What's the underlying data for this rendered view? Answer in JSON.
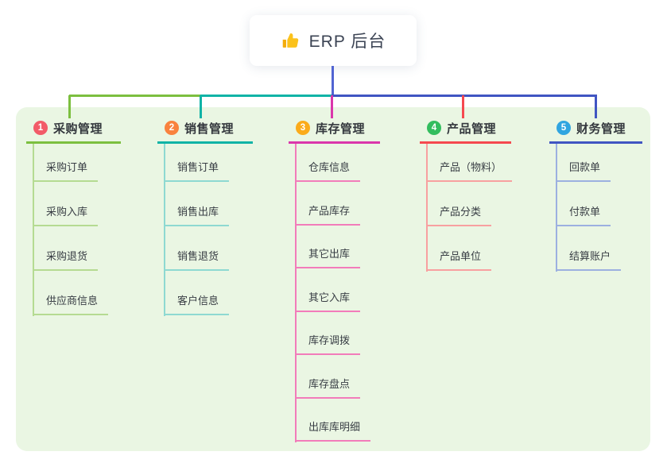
{
  "root": {
    "label": "ERP 后台",
    "icon": "thumbs-up-icon",
    "icon_color": "#fbc21c"
  },
  "theme": {
    "page_bg": "#ffffff",
    "canvas_bg": "#eaf6e3",
    "stem_color": "#5164d2",
    "root_text_color": "#3c4454"
  },
  "branches": [
    {
      "badge": "1",
      "badge_color": "#f25b68",
      "label": "采购管理",
      "line_color": "#7cbf3f",
      "sub_line_color": "#b5db92",
      "items": [
        "采购订单",
        "采购入库",
        "采购退货",
        "供应商信息"
      ]
    },
    {
      "badge": "2",
      "badge_color": "#f9823e",
      "label": "销售管理",
      "line_color": "#10b3a6",
      "sub_line_color": "#8ed9d2",
      "items": [
        "销售订单",
        "销售出库",
        "销售退货",
        "客户信息"
      ]
    },
    {
      "badge": "3",
      "badge_color": "#fbab1b",
      "label": "库存管理",
      "line_color": "#da37ab",
      "sub_line_color": "#f27cba",
      "items": [
        "仓库信息",
        "产品库存",
        "其它出库",
        "其它入库",
        "库存调拨",
        "库存盘点",
        "出库库明细"
      ]
    },
    {
      "badge": "4",
      "badge_color": "#33bd5e",
      "label": "产品管理",
      "line_color": "#f5494f",
      "sub_line_color": "#f8a0a0",
      "items": [
        "产品（物料）",
        "产品分类",
        "产品单位"
      ]
    },
    {
      "badge": "5",
      "badge_color": "#30a5e0",
      "label": "财务管理",
      "line_color": "#4055c2",
      "sub_line_color": "#9cb0e0",
      "items": [
        "回款单",
        "付款单",
        "结算账户"
      ]
    }
  ]
}
